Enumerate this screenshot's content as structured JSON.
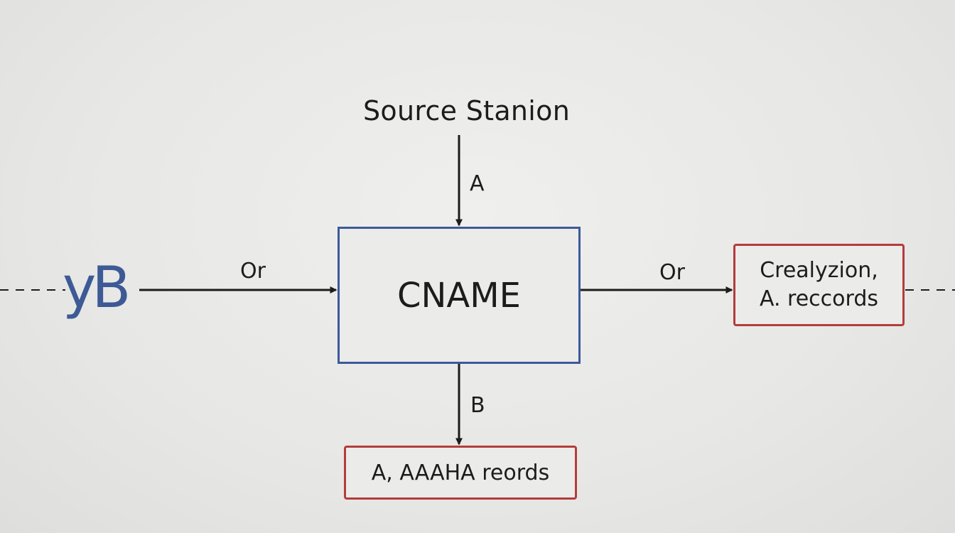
{
  "diagram": {
    "title": "Source Stanion",
    "source_node": "yB",
    "center_node": "CNAME",
    "right_node": {
      "line1": "Crealyzion,",
      "line2": "A. reccords"
    },
    "bottom_node": "A, AAAHA reords",
    "edges": {
      "top_label": "A",
      "bottom_label": "B",
      "left_label": "Or",
      "right_label": "Or"
    },
    "colors": {
      "center_border": "#3c5a9a",
      "result_border": "#b43c3c",
      "source_text": "#3d5a96",
      "line": "#1c1c1c"
    }
  }
}
